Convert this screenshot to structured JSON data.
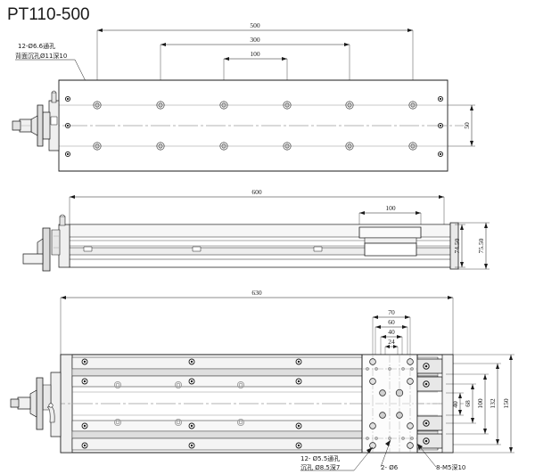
{
  "drawing": {
    "title": "PT110-500",
    "notes": {
      "top_left_line1": "12-Ø6.6通孔",
      "top_left_line2": "背面沉孔Ø11深10",
      "bottom_line1": "12- Ø5.5通孔",
      "bottom_line2": "沉孔 Ø8.5深7",
      "bottom_mid": "2- Ø6",
      "bottom_right": "8-M5深10"
    },
    "views": {
      "top": {
        "name": "top-view",
        "dimensions": {
          "d500": "500",
          "d300": "300",
          "d100": "100",
          "d50": "50"
        }
      },
      "front": {
        "name": "front-view",
        "dimensions": {
          "d600": "600",
          "d100": "100",
          "d74_50": "74.50",
          "d75_50": "75.50"
        }
      },
      "bottom": {
        "name": "bottom-view",
        "dimensions": {
          "d630": "630",
          "d70": "70",
          "d60": "60",
          "d40h": "40",
          "d24": "24",
          "d40v": "40",
          "d68": "68",
          "d100": "100",
          "d132": "132",
          "d150": "150"
        }
      }
    },
    "colors": {
      "line": "#1a1a1a",
      "thin": "#555555",
      "center": "#9a9a9a",
      "fill_light": "#f2f2f2",
      "fill_mid": "#d8d8d8",
      "fill_dark": "#9e9e9e",
      "background": "#ffffff"
    }
  }
}
